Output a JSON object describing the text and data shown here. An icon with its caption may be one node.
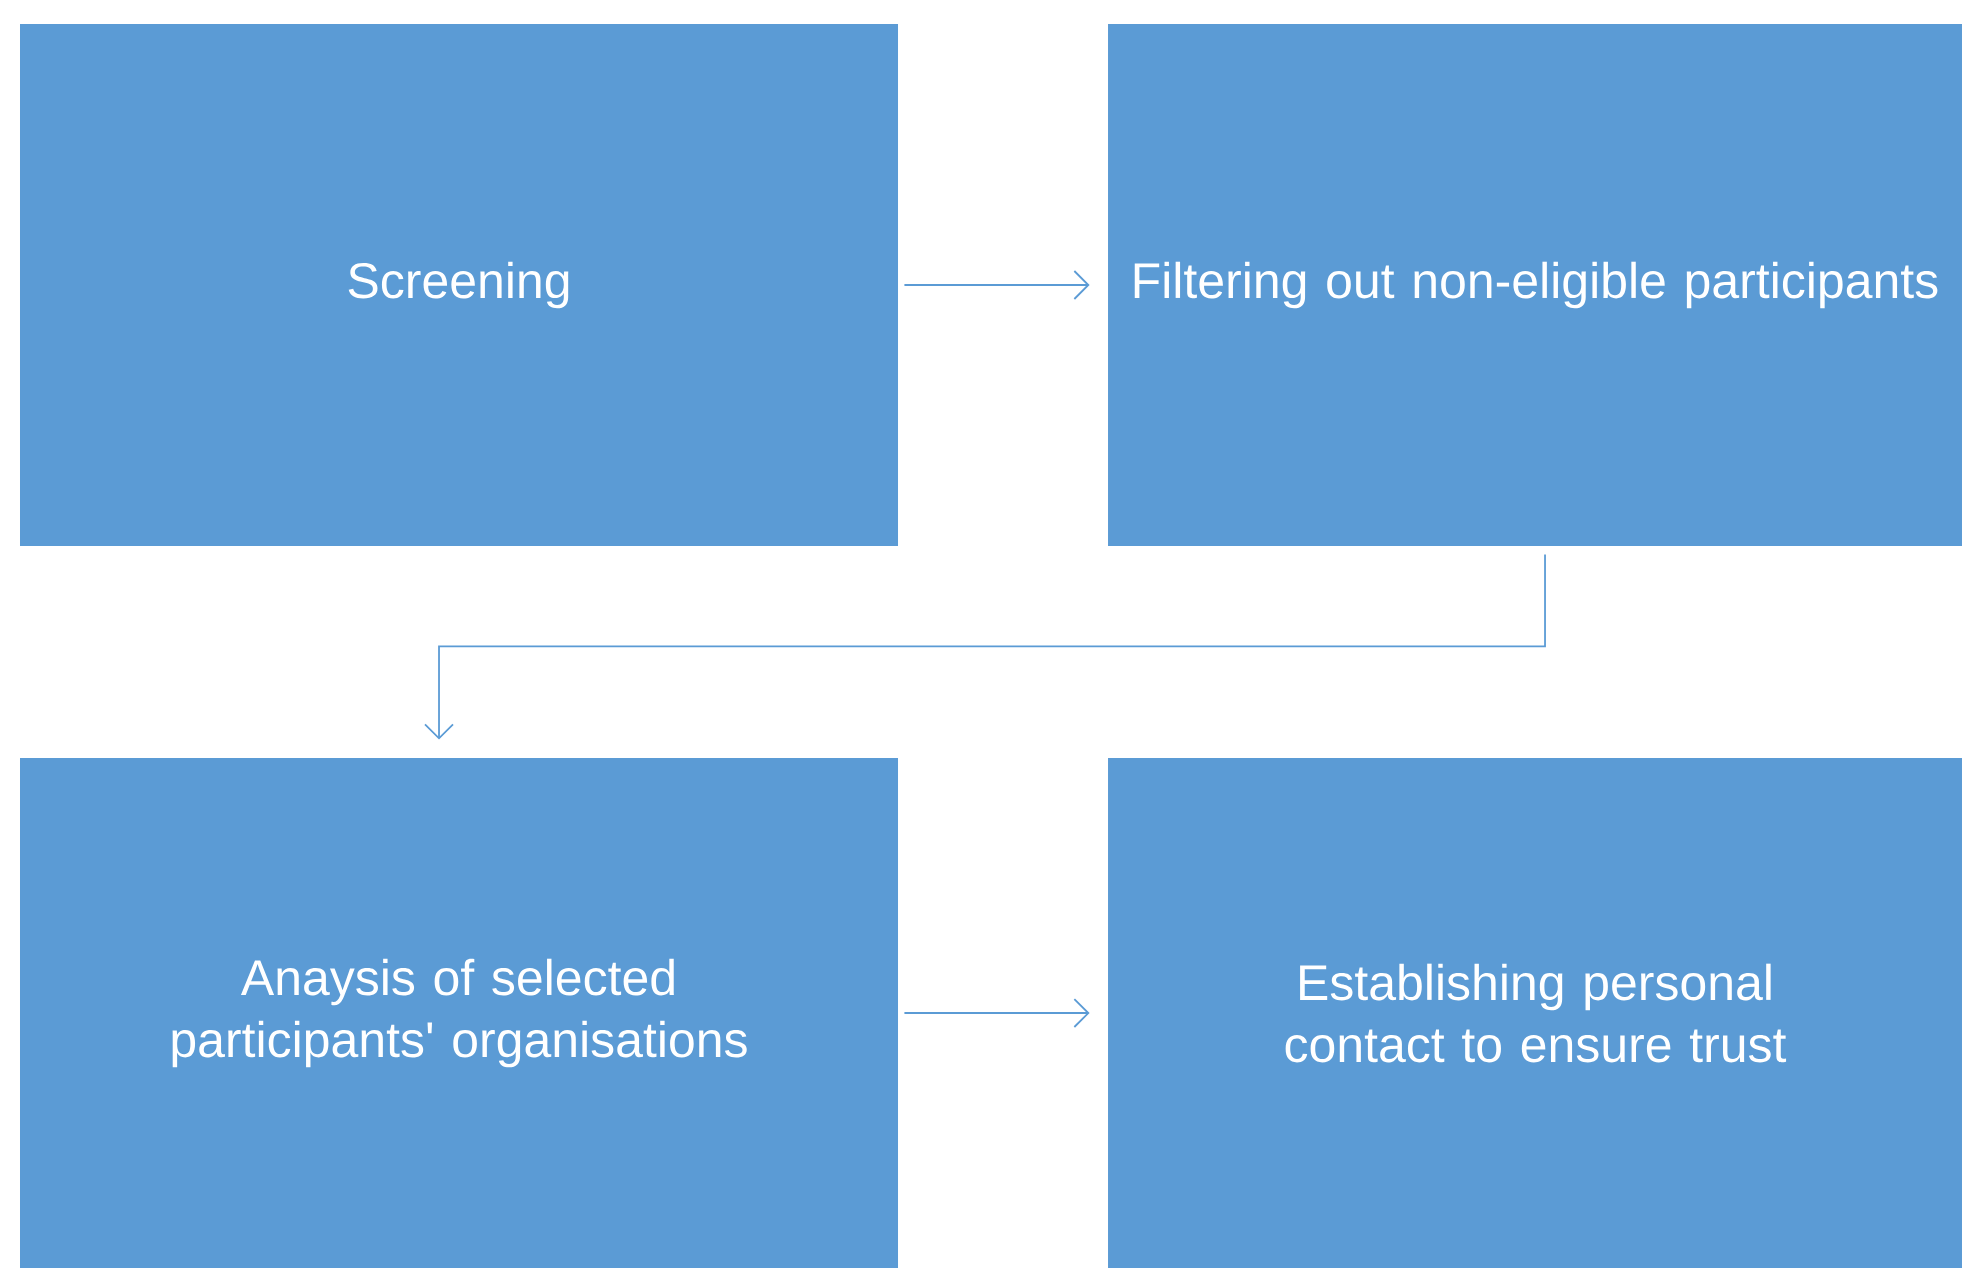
{
  "diagram": {
    "nodes": [
      {
        "text": [
          "Screening"
        ]
      },
      {
        "text": [
          "Filtering out non-eligible participants"
        ]
      },
      {
        "text": [
          "Anaysis of selected participants' organisations"
        ]
      },
      {
        "text": [
          "Establishing personal contact to ensure trust"
        ]
      }
    ],
    "edges": [
      {
        "from": 0,
        "to": 1,
        "arrow": "to"
      },
      {
        "from": 1,
        "to": 2,
        "arrow": "to"
      },
      {
        "from": 2,
        "to": 3,
        "arrow": "to"
      }
    ]
  }
}
